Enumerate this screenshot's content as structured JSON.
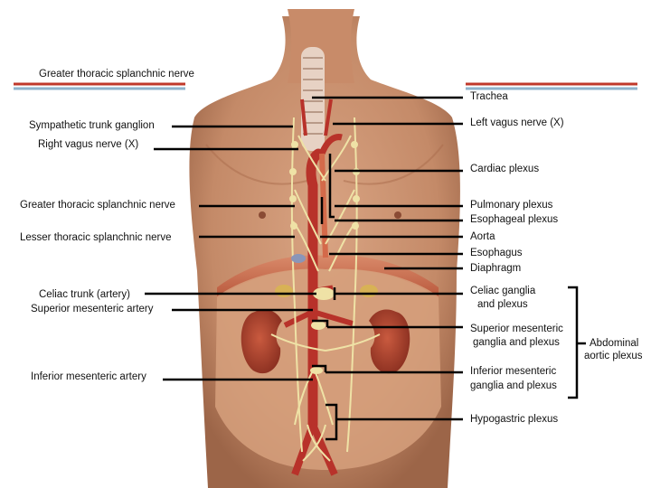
{
  "header": {
    "title": "Greater thoracic splanchnic nerve",
    "rule_top_color": "#c0392b",
    "rule_bottom_color": "#8fb3cc"
  },
  "labels": {
    "left": {
      "sympathetic_trunk_ganglion": "Sympathetic trunk ganglion",
      "right_vagus_nerve": "Right vagus nerve (X)",
      "greater_thoracic_splanchnic_nerve": "Greater thoracic splanchnic nerve",
      "lesser_thoracic_splanchnic_nerve": "Lesser thoracic splanchnic nerve",
      "celiac_trunk": "Celiac trunk (artery)",
      "superior_mesenteric_artery": "Superior mesenteric artery",
      "inferior_mesenteric_artery": "Inferior mesenteric artery"
    },
    "right": {
      "trachea": "Trachea",
      "left_vagus_nerve": "Left vagus nerve (X)",
      "cardiac_plexus": "Cardiac plexus",
      "pulmonary_plexus": "Pulmonary plexus",
      "esophageal_plexus": "Esophageal plexus",
      "aorta": "Aorta",
      "esophagus": "Esophagus",
      "diaphragm": "Diaphragm",
      "celiac_ganglia_line1": "Celiac ganglia",
      "celiac_ganglia_line2": "and plexus",
      "superior_mesenteric_line1": "Superior mesenteric",
      "superior_mesenteric_line2": "ganglia and plexus",
      "inferior_mesenteric_line1": "Inferior mesenteric",
      "inferior_mesenteric_line2": "ganglia and plexus",
      "hypogastric_plexus": "Hypogastric plexus"
    },
    "group": {
      "abdominal_aortic_plexus_line1": "Abdominal",
      "abdominal_aortic_plexus_line2": "aortic plexus"
    }
  },
  "colors": {
    "skin": "#c98f6e",
    "skin_dark": "#a86a4b",
    "artery": "#b8322a",
    "nerve": "#efe2a6",
    "kidney": "#9c3b2a",
    "diaphragm": "#c96a4e",
    "leader": "#000000"
  }
}
